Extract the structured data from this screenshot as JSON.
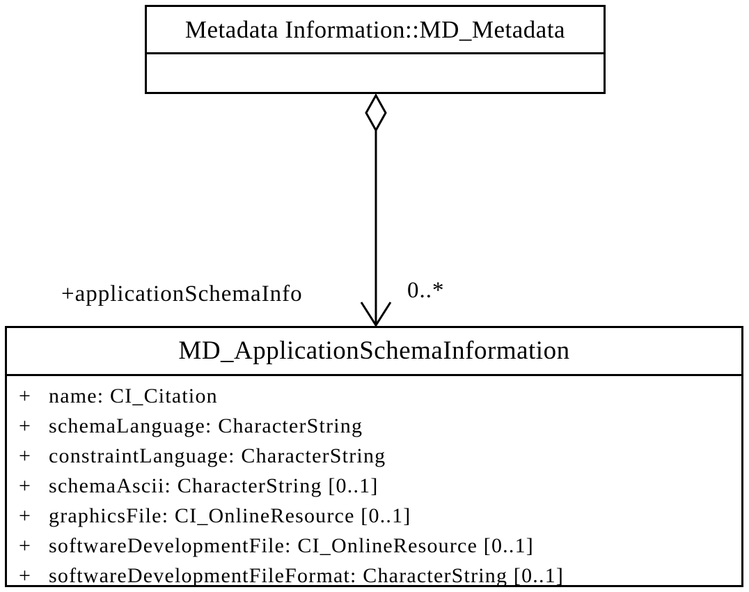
{
  "diagram": {
    "background_color": "#ffffff",
    "line_color": "#000000",
    "type": "uml-class-diagram"
  },
  "parent_class": {
    "title": "Metadata Information::MD_Metadata"
  },
  "association": {
    "role_label": "+applicationSchemaInfo",
    "multiplicity": "0..*",
    "aggregation_icon": "hollow-diamond",
    "arrow_icon": "open-arrowhead"
  },
  "child_class": {
    "title": "MD_ApplicationSchemaInformation",
    "attributes": [
      {
        "visibility": "+",
        "text": "name: CI_Citation"
      },
      {
        "visibility": "+",
        "text": "schemaLanguage: CharacterString"
      },
      {
        "visibility": "+",
        "text": "constraintLanguage: CharacterString"
      },
      {
        "visibility": "+",
        "text": "schemaAscii: CharacterString [0..1]"
      },
      {
        "visibility": "+",
        "text": "graphicsFile: CI_OnlineResource [0..1]"
      },
      {
        "visibility": "+",
        "text": "softwareDevelopmentFile: CI_OnlineResource [0..1]"
      },
      {
        "visibility": "+",
        "text": "softwareDevelopmentFileFormat: CharacterString [0..1]"
      }
    ]
  }
}
